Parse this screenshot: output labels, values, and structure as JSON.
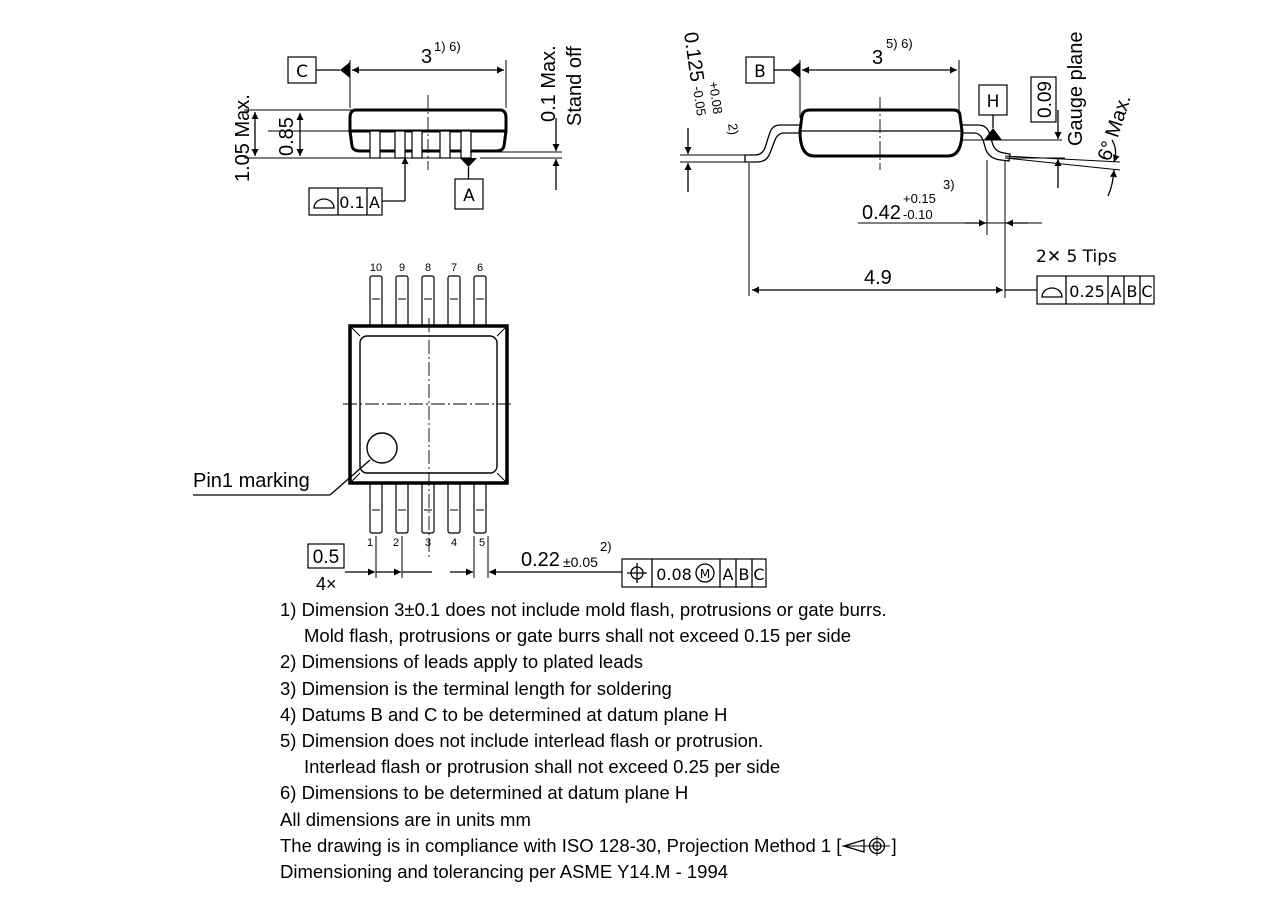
{
  "top_view": {
    "width_dim": "3",
    "width_notes": "1) 6)",
    "max_height_label": "1.05 Max.",
    "body_height": "0.85",
    "standoff_value": "0.1 Max.",
    "standoff_label": "Stand off",
    "datum_c": "C",
    "datum_a": "A",
    "profile_tolerance": "0.1",
    "profile_datum": "A"
  },
  "side_view": {
    "lead_thickness": "0.125",
    "lead_tol_plus": "+0.08",
    "lead_tol_minus": "-0.05",
    "lead_note": "2)",
    "width_dim": "3",
    "width_notes": "5) 6)",
    "datum_b": "B",
    "datum_h": "H",
    "gauge_value": "0.09",
    "gauge_label": "Gauge plane",
    "angle_label": "6° Max.",
    "terminal_length": "0.42",
    "terminal_tol_plus": "+0.15",
    "terminal_tol_minus": "-0.10",
    "terminal_note": "3)",
    "overall_width": "4.9",
    "tips_label": "2✕ 5 Tips",
    "tips_tolerance": "0.25",
    "tips_datums": [
      "A",
      "B",
      "C"
    ]
  },
  "plan_view": {
    "top_pins": [
      "10",
      "9",
      "8",
      "7",
      "6"
    ],
    "bottom_pins": [
      "1",
      "2",
      "3",
      "4",
      "5"
    ],
    "pin1_label": "Pin1 marking",
    "pitch_value": "0.5",
    "pitch_count": "4×",
    "lead_width": "0.22",
    "lead_width_tol": "±0.05",
    "lead_width_note": "2)",
    "position_tolerance": "0.08",
    "position_modifier": "M",
    "position_datums": [
      "A",
      "B",
      "C"
    ]
  },
  "notes": {
    "n1a": "1) Dimension 3±0.1 does not include mold flash, protrusions or gate burrs.",
    "n1b": "Mold flash, protrusions or gate burrs shall not exceed 0.15 per side",
    "n2": "2) Dimensions of leads apply to plated leads",
    "n3": "3) Dimension is the terminal length for soldering",
    "n4": "4) Datums B and C to be determined at datum plane H",
    "n5a": "5) Dimension does not include interlead flash or protrusion.",
    "n5b": "Interlead flash or protrusion shall not exceed 0.25 per side",
    "n6": "6) Dimensions to be determined at datum plane H",
    "units": "All dimensions are in units mm",
    "iso_prefix": "The drawing is in compliance with ISO 128-30, Projection Method 1 [",
    "iso_suffix": "]",
    "asme": "Dimensioning and tolerancing per ASME Y14.M - 1994"
  }
}
